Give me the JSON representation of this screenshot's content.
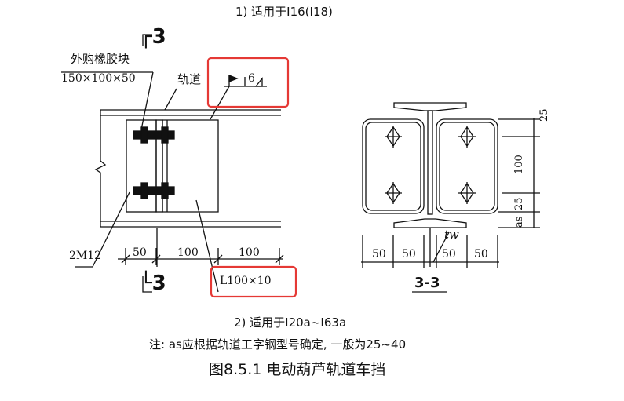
{
  "top_caption": "1) 适用于I16(I18)",
  "left_view": {
    "section_mark_top": "┌3",
    "section_mark_bottom": "└3",
    "rubber_label": "外购橡胶块",
    "rubber_size": "150×100×50",
    "rail_label": "轨道",
    "weld_symbol": "6",
    "bolt_label": "2M12",
    "dims": [
      "50",
      "100",
      "100"
    ],
    "angle_label": "L100×10"
  },
  "right_view": {
    "dims_bottom": [
      "50",
      "50",
      "50",
      "50"
    ],
    "dims_right": [
      "25",
      "100",
      "25"
    ],
    "as_label": "as",
    "tw_label": "tw",
    "section_title": "3-3"
  },
  "bottom_caption": "2) 适用于I20a~I63a",
  "note": "注: as应根据轨道工字钢型号确定, 一般为25~40",
  "figure_title": "图8.5.1 电动葫芦轨道车挡",
  "highlight_color": "#e53935",
  "line_color": "#111111"
}
